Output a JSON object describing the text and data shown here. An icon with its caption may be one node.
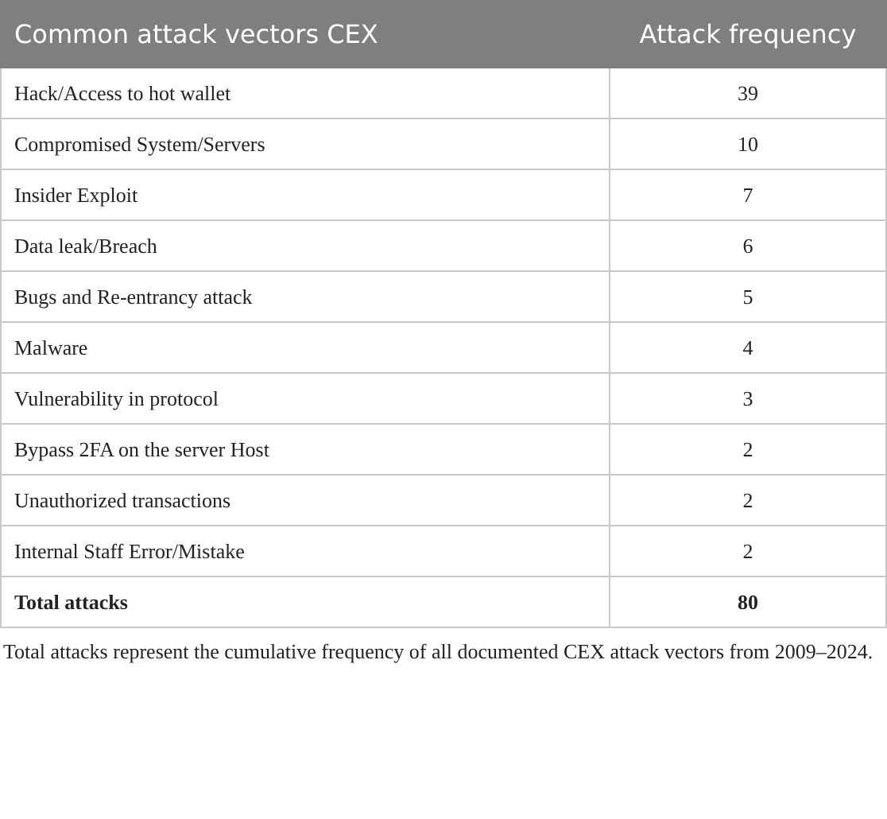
{
  "diagram": {
    "caption": "Total attacks represent the cumulative frequency of all documented CEX attack vectors from 2009–2024.",
    "labels": [
      "Common attack vectors CEX",
      "Attack frequency",
      "Hack/Access to hot wallet",
      "39",
      "Compromised System/Servers",
      "10",
      "Insider Exploit",
      "7",
      "Data leak/Breach",
      "6",
      "Bugs and Re-entrancy attack",
      "5",
      "Malware",
      "4",
      "Vulnerability in protocol",
      "3",
      "Bypass 2FA on the server Host",
      "2",
      "Unauthorized transactions",
      "2",
      "Internal Staff Error/Mistake",
      "2",
      "Total attacks",
      "80"
    ]
  }
}
